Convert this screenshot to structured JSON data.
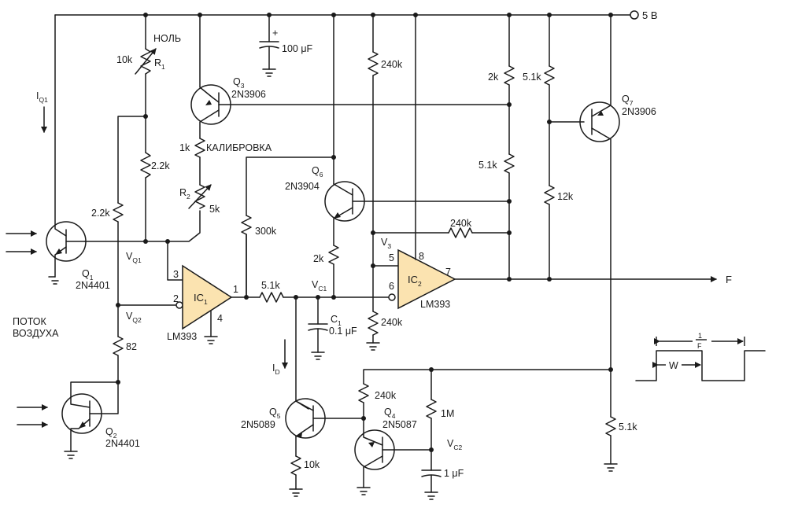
{
  "labels": {
    "supply": "5 В",
    "null": "НОЛЬ",
    "calibration": "КАЛИБРОВКА",
    "airflow_line1": "ПОТОК",
    "airflow_line2": "ВОЗДУХА",
    "output": "F",
    "width": "W",
    "period_num": "1",
    "period_den": "F"
  },
  "components": {
    "q1": {
      "ref": "Q",
      "sub": "1",
      "part": "2N4401"
    },
    "q2": {
      "ref": "Q",
      "sub": "2",
      "part": "2N4401"
    },
    "q3": {
      "ref": "Q",
      "sub": "3",
      "part": "2N3906"
    },
    "q4": {
      "ref": "Q",
      "sub": "4",
      "part": "2N5087"
    },
    "q5": {
      "ref": "Q",
      "sub": "5",
      "part": "2N5089"
    },
    "q6": {
      "ref": "Q",
      "sub": "6",
      "part": "2N3904"
    },
    "q7": {
      "ref": "Q",
      "sub": "7",
      "part": "2N3906"
    },
    "ic1": {
      "ref": "IC",
      "sub": "1",
      "part": "LM393",
      "pins": [
        "3",
        "2",
        "1",
        "4"
      ]
    },
    "ic2": {
      "ref": "IC",
      "sub": "2",
      "part": "LM393",
      "pins": [
        "5",
        "6",
        "7",
        "8"
      ]
    },
    "r1": {
      "ref": "R",
      "sub": "1",
      "value": "10k"
    },
    "r2": {
      "ref": "R",
      "sub": "2",
      "value": "5k"
    },
    "c_supply": "100 μF",
    "c1": {
      "ref": "C",
      "sub": "1",
      "value": "0.1 μF"
    },
    "c2": "1 μF",
    "res": {
      "r_2k2_a": "2.2k",
      "r_2k2_b": "2.2k",
      "r_82": "82",
      "r_1k": "1k",
      "r_300k": "300k",
      "r_5k1_series": "5.1k",
      "r_2k_q6": "2k",
      "r_240k_top": "240k",
      "r_240k_bottom": "240k",
      "r_240k_fb": "240k",
      "r_2k_right": "2k",
      "r_5k1_right": "5.1k",
      "r_5k1_q7": "5.1k",
      "r_12k": "12k",
      "r_5k1_bottom": "5.1k",
      "r_240k_q4": "240k",
      "r_1m": "1M",
      "r_10k": "10k"
    }
  },
  "nodes": {
    "vq1": {
      "ref": "V",
      "sub": "Q1"
    },
    "vq2": {
      "ref": "V",
      "sub": "Q2"
    },
    "vc1": {
      "ref": "V",
      "sub": "C1"
    },
    "vc2": {
      "ref": "V",
      "sub": "C2"
    },
    "v3": {
      "ref": "V",
      "sub": "3"
    },
    "iq1": {
      "ref": "I",
      "sub": "Q1"
    },
    "id": {
      "ref": "I",
      "sub": "D"
    }
  },
  "polarity": "+"
}
